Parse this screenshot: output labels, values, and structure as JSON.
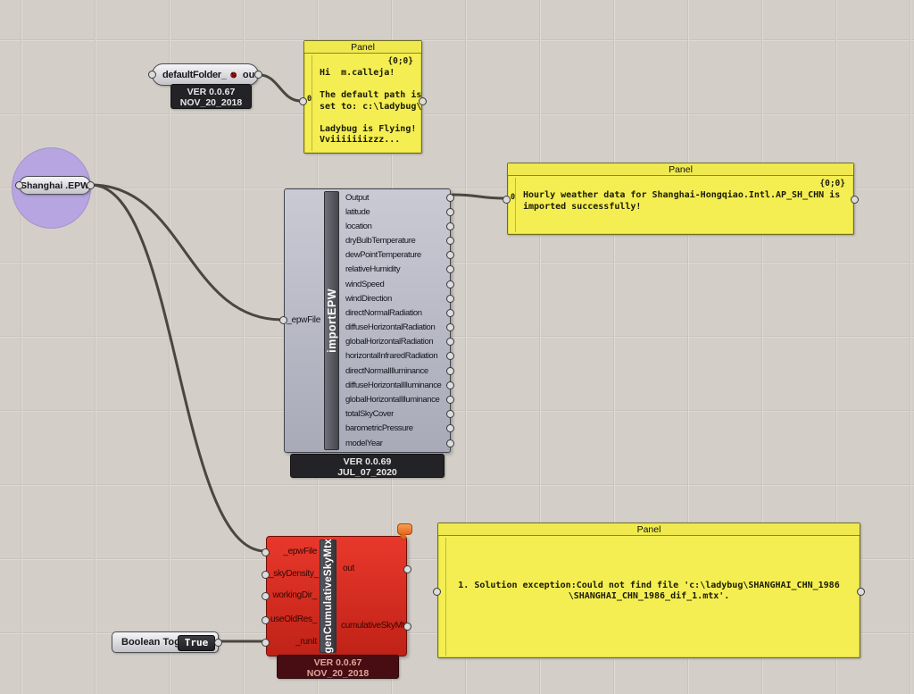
{
  "colors": {
    "canvas_bg": "#d3cfc8",
    "panel_yellow": "#f4ee52",
    "component_red": "#d8291f",
    "param_purple": "#b6a5e1",
    "wire": "#4a4640"
  },
  "default_folder": {
    "label": "defaultFolder_",
    "icon": "ladybug-icon",
    "out": "out",
    "version": "VER 0.0.67",
    "date": "NOV_20_2018"
  },
  "panel_hi": {
    "title": "Panel",
    "path": "{0;0}",
    "index": "0",
    "lines": [
      "Hi  m.calleja!",
      "",
      "The default path is",
      "set to: c:\\ladybug\\",
      "",
      "Ladybug is Flying!",
      "Vviiiiiiizzz..."
    ]
  },
  "epw_param": {
    "label": "Shanghai .EPW"
  },
  "import_epw": {
    "name": "importEPW",
    "input": "_epwFile",
    "outputs": [
      "Output",
      "latitude",
      "location",
      "dryBulbTemperature",
      "dewPointTemperature",
      "relativeHumidity",
      "windSpeed",
      "windDirection",
      "directNormalRadiation",
      "diffuseHorizontalRadiation",
      "globalHorizontalRadiation",
      "horizontalInfraredRadiation",
      "directNormalIlluminance",
      "diffuseHorizontalIlluminance",
      "globalHorizontalIlluminance",
      "totalSkyCover",
      "barometricPressure",
      "modelYear"
    ],
    "version": "VER 0.0.69",
    "date": "JUL_07_2020"
  },
  "panel_hourly": {
    "title": "Panel",
    "path": "{0;0}",
    "index": "0",
    "lines": [
      "Hourly weather data for Shanghai-Hongqiao.Intl.AP_SH_CHN is",
      "imported successfully!"
    ]
  },
  "gen_sky": {
    "name": "genCumulativeSkyMtx",
    "inputs": [
      "_epwFile",
      "_skyDensity_",
      "workingDir_",
      "useOldRes_",
      "_runIt"
    ],
    "outputs": [
      "out",
      "cumulativeSkyMtx"
    ],
    "version": "VER 0.0.67",
    "date": "NOV_20_2018"
  },
  "toggle": {
    "label": "Boolean Toggle",
    "value": "True"
  },
  "panel_error": {
    "title": "Panel",
    "lines": [
      "1. Solution exception:Could not find file 'c:\\ladybug\\SHANGHAI_CHN_1986",
      "\\SHANGHAI_CHN_1986_dif_1.mtx'."
    ]
  }
}
